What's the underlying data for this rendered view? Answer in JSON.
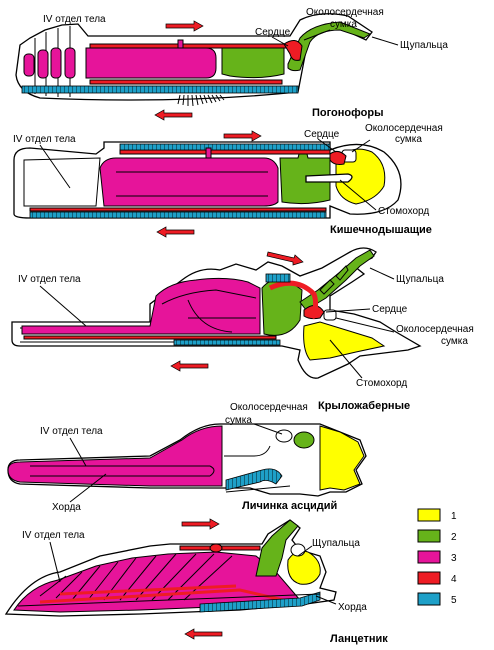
{
  "colors": {
    "yellow": "#ffff00",
    "green": "#66b31a",
    "magenta": "#e6149a",
    "red": "#ee1c24",
    "blue": "#1ea0c8"
  },
  "pogonophora": {
    "title": "Погонофоры",
    "label_body": "IV отдел тела",
    "label_heart": "Сердце",
    "label_pericard": "Околосердечная\nсумка",
    "label_tentacles": "Щупальца"
  },
  "enteropneusta": {
    "title": "Кишечнодышащие",
    "label_body": "IV отдел тела",
    "label_heart": "Сердце",
    "label_pericard": "Околосердечная\nсумка",
    "label_stomochord": "Стомохорд"
  },
  "pterobranchia": {
    "title": "Крыложаберные",
    "label_body": "IV отдел тела",
    "label_tentacles": "Щупальца",
    "label_heart": "Сердце",
    "label_pericard": "Околосердечная\nсумка",
    "label_stomochord": "Стомохорд"
  },
  "ascidian_larva": {
    "title": "Личинка асцидий",
    "label_body": "IV отдел тела",
    "label_pericard": "Околосердечная\nсумка",
    "label_chord": "Хорда"
  },
  "lancelet": {
    "title": "Ланцетник",
    "label_body": "IV отдел тела",
    "label_tentacles": "Щупальца",
    "label_chord": "Хорда"
  },
  "legend": {
    "items": [
      {
        "label": "1",
        "color": "#ffff00"
      },
      {
        "label": "2",
        "color": "#66b31a"
      },
      {
        "label": "3",
        "color": "#e6149a"
      },
      {
        "label": "4",
        "color": "#ee1c24"
      },
      {
        "label": "5",
        "color": "#1ea0c8"
      }
    ]
  }
}
